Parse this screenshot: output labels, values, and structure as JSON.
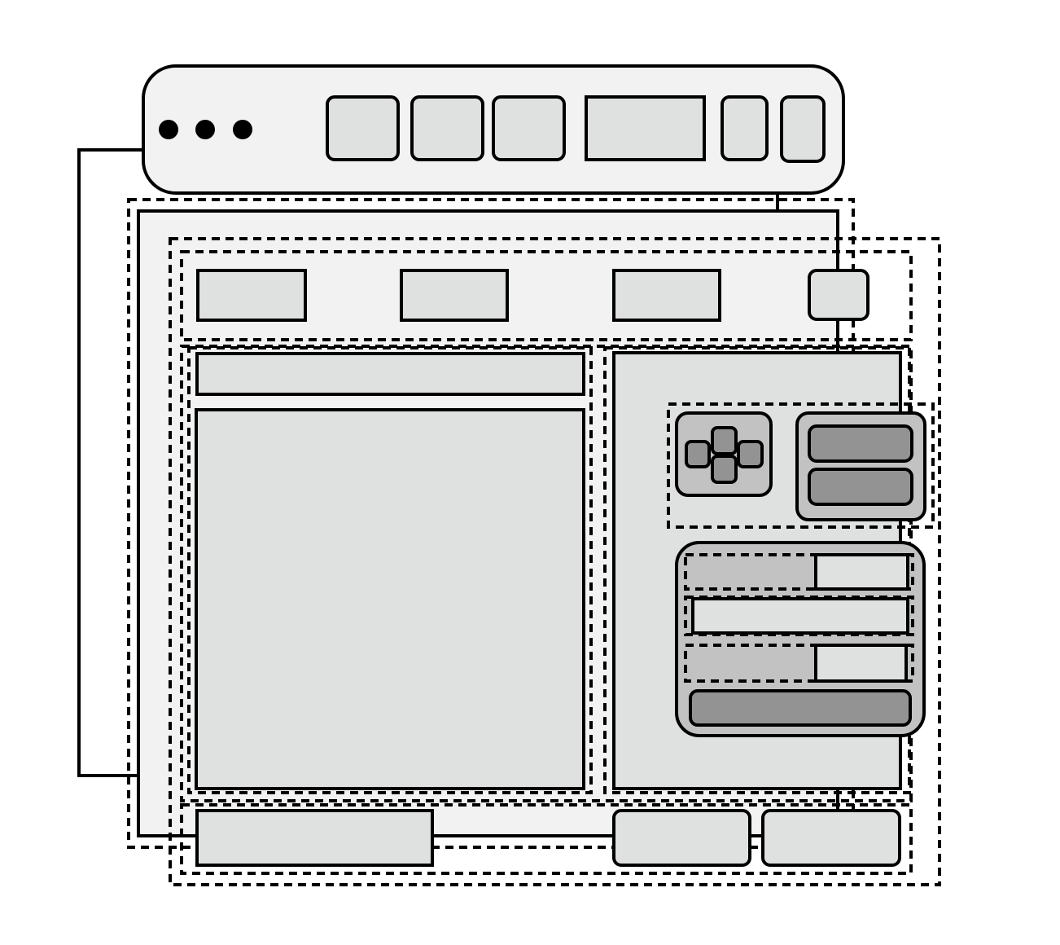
{
  "diagram": {
    "kind": "ui-wireframe-schematic",
    "palette": {
      "background": "#ffffff",
      "stroke": "#000000",
      "light_fill": "#f2f2f2",
      "mid_fill": "#dfe0e0",
      "panel_fill": "#c2c2c2",
      "dark_fill": "#939393"
    },
    "top_bar": {
      "window_control_dots": 3,
      "toolbar_buttons": 6
    },
    "main_window": {
      "header_tabs": 3,
      "header_icon_buttons": 1,
      "left_column": [
        "title-bar",
        "content-area"
      ],
      "right_panel": {
        "dpad_icon": "dpad-icon",
        "button_stack_count": 2,
        "form_rows": [
          "field-row-short",
          "field-row-full",
          "field-row-short"
        ],
        "submit_button": 1
      },
      "footer_buttons": 3
    }
  }
}
